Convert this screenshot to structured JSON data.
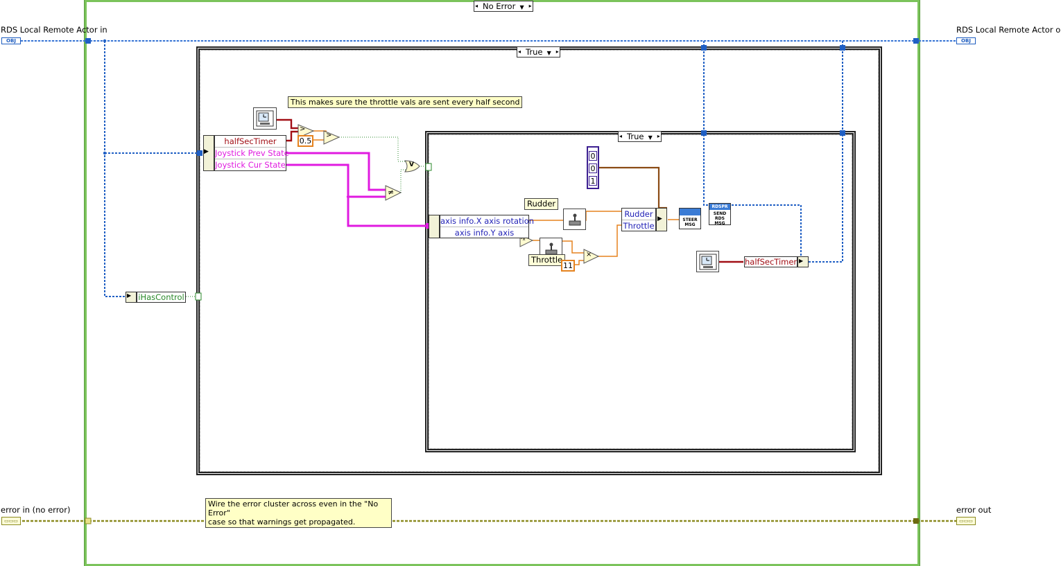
{
  "terminals": {
    "actor_in": "RDS Local Remote Actor in",
    "actor_out": "RDS Local Remote Actor out",
    "error_in": "error in (no error)",
    "error_out": "error out",
    "obj_tag": "OBJ"
  },
  "case_structures": {
    "outer_selector": "No Error",
    "middle_selector": "True",
    "inner_selector": "True"
  },
  "comments": {
    "throttle_comment": "This makes sure the throttle vals are sent every half second",
    "error_comment_line1": "Wire the error cluster across even in the \"No Error\"",
    "error_comment_line2": "case so that warnings get propagated."
  },
  "unbundle_state": {
    "items": [
      "halfSecTimer",
      "Joystick Prev State",
      "Joystick Cur State"
    ],
    "colors": [
      "#a10e15",
      "#e01ae0",
      "#e01ae0"
    ]
  },
  "unbundle_axis": {
    "items": [
      "axis info.X axis rotation",
      "axis info.Y axis"
    ],
    "color": "#1f1fb6"
  },
  "bundle_steer": {
    "items": [
      "Rudder",
      "Throttle"
    ],
    "color": "#1f1fb6"
  },
  "property_nodes": {
    "has_control": "iHasControl",
    "half_sec_timer": "halfSecTimer"
  },
  "constants": {
    "half_second": "0.5",
    "throttle_scale": "11",
    "array_values": [
      "0",
      "0",
      "1"
    ]
  },
  "labels": {
    "rudder": "Rudder",
    "throttle": "Throttle"
  },
  "subvis": {
    "steer_msg": "STEER MSG",
    "send_msg_tag": "RDSPR",
    "send_msg_text": "SEND RDS MSG"
  },
  "operators": {
    "greater": ">",
    "or": "V",
    "not_equal": "≠",
    "multiply": "×",
    "negate": "-x"
  },
  "colors": {
    "object_wire": "#1f5fc4",
    "error_wire": "#8b8a20",
    "cluster_wire": "#e01ae0",
    "number_wire": "#e5821e",
    "timestamp_wire": "#a10e15",
    "boolean_wire": "#2b8a2b",
    "array_wire": "#8a4b14"
  }
}
